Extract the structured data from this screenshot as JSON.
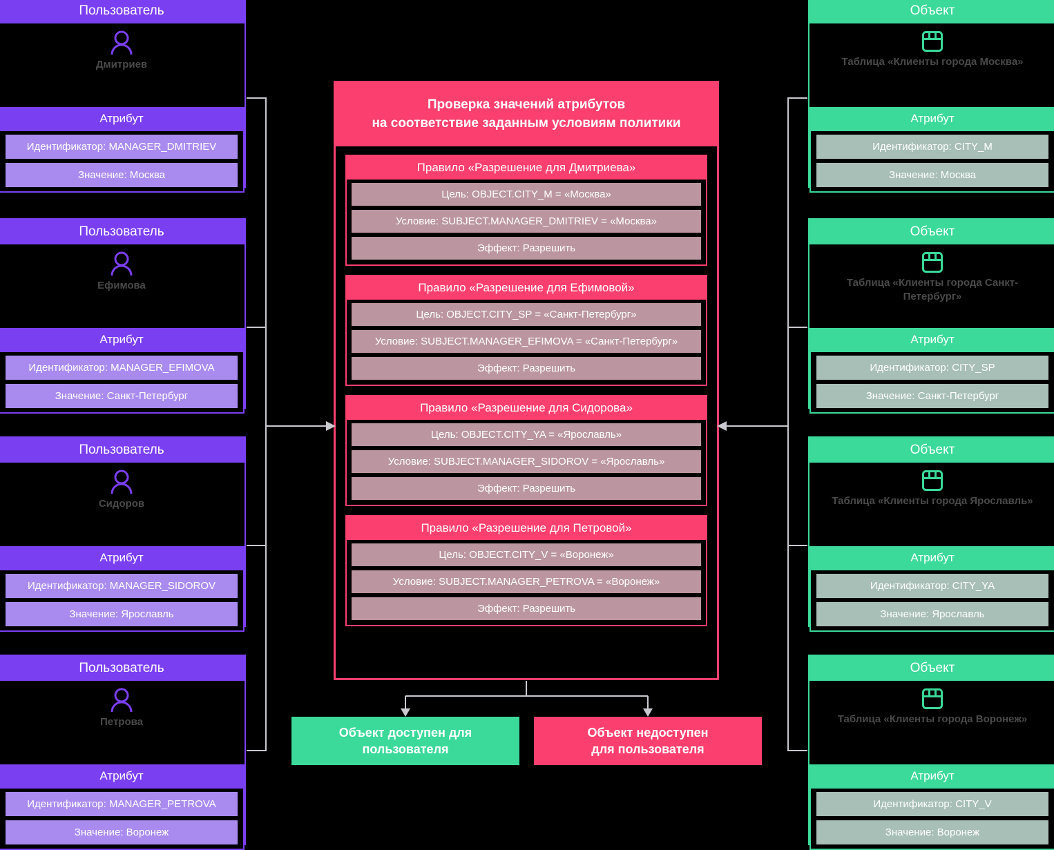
{
  "diagram": {
    "title_text": "Проверка значений атрибутов на соответствие заданным условиям политики",
    "accent_colors": {
      "user": "#7b3ff2",
      "user_row": "#a98bf0",
      "object": "#3bd99a",
      "object_row": "#a7bfb6",
      "policy": "#fb3f6e",
      "policy_row": "#bb96a0",
      "connector": "#c9c9cf",
      "background": "#000000"
    }
  },
  "users": [
    {
      "header": "Пользователь",
      "icon": "user-icon",
      "name": "Дмитриев",
      "attr_header": "Атрибут",
      "identifier": "Идентификатор: MANAGER_DMITRIEV",
      "value": "Значение: Москва"
    },
    {
      "header": "Пользователь",
      "icon": "user-icon",
      "name": "Ефимова",
      "attr_header": "Атрибут",
      "identifier": "Идентификатор: MANAGER_EFIMOVA",
      "value": "Значение: Санкт-Петербург"
    },
    {
      "header": "Пользователь",
      "icon": "user-icon",
      "name": "Сидоров",
      "attr_header": "Атрибут",
      "identifier": "Идентификатор: MANAGER_SIDOROV",
      "value": "Значение: Ярославль"
    },
    {
      "header": "Пользователь",
      "icon": "user-icon",
      "name": "Петрова",
      "attr_header": "Атрибут",
      "identifier": "Идентификатор: MANAGER_PETROVA",
      "value": "Значение: Воронеж"
    }
  ],
  "objects": [
    {
      "header": "Объект",
      "icon": "table-icon",
      "name": "Таблица «Клиенты города Москва»",
      "attr_header": "Атрибут",
      "identifier": "Идентификатор: CITY_M",
      "value": "Значение: Москва"
    },
    {
      "header": "Объект",
      "icon": "table-icon",
      "name": "Таблица «Клиенты города Санкт-Петербург»",
      "attr_header": "Атрибут",
      "identifier": "Идентификатор: CITY_SP",
      "value": "Значение: Санкт-Петербург"
    },
    {
      "header": "Объект",
      "icon": "table-icon",
      "name": "Таблица «Клиенты города Ярославль»",
      "attr_header": "Атрибут",
      "identifier": "Идентификатор: CITY_YA",
      "value": "Значение: Ярославль"
    },
    {
      "header": "Объект",
      "icon": "table-icon",
      "name": "Таблица «Клиенты города Воронеж»",
      "attr_header": "Атрибут",
      "identifier": "Идентификатор: CITY_V",
      "value": "Значение: Воронеж"
    }
  ],
  "policy": {
    "title_line1": "Проверка значений атрибутов",
    "title_line2": "на соответствие заданным условиям политики",
    "rules": [
      {
        "title": "Правило «Разрешение для Дмитриева»",
        "target": "Цель: OBJECT.CITY_M = «Москва»",
        "condition": "Условие: SUBJECT.MANAGER_DMITRIEV = «Москва»",
        "effect": "Эффект: Разрешить"
      },
      {
        "title": "Правило «Разрешение для Ефимовой»",
        "target": "Цель: OBJECT.CITY_SP = «Санкт-Петербург»",
        "condition": "Условие: SUBJECT.MANAGER_EFIMOVA = «Санкт-Петербург»",
        "effect": "Эффект: Разрешить"
      },
      {
        "title": "Правило «Разрешение для Сидорова»",
        "target": "Цель: OBJECT.CITY_YA = «Ярославль»",
        "condition": "Условие: SUBJECT.MANAGER_SIDOROV = «Ярославль»",
        "effect": "Эффект: Разрешить"
      },
      {
        "title": "Правило «Разрешение для Петровой»",
        "target": "Цель: OBJECT.CITY_V = «Воронеж»",
        "condition": "Условие: SUBJECT.MANAGER_PETROVA = «Воронеж»",
        "effect": "Эффект: Разрешить"
      }
    ]
  },
  "outcomes": {
    "allow_line1": "Объект доступен для",
    "allow_line2": "пользователя",
    "deny_line1": "Объект недоступен",
    "deny_line2": "для пользователя"
  }
}
